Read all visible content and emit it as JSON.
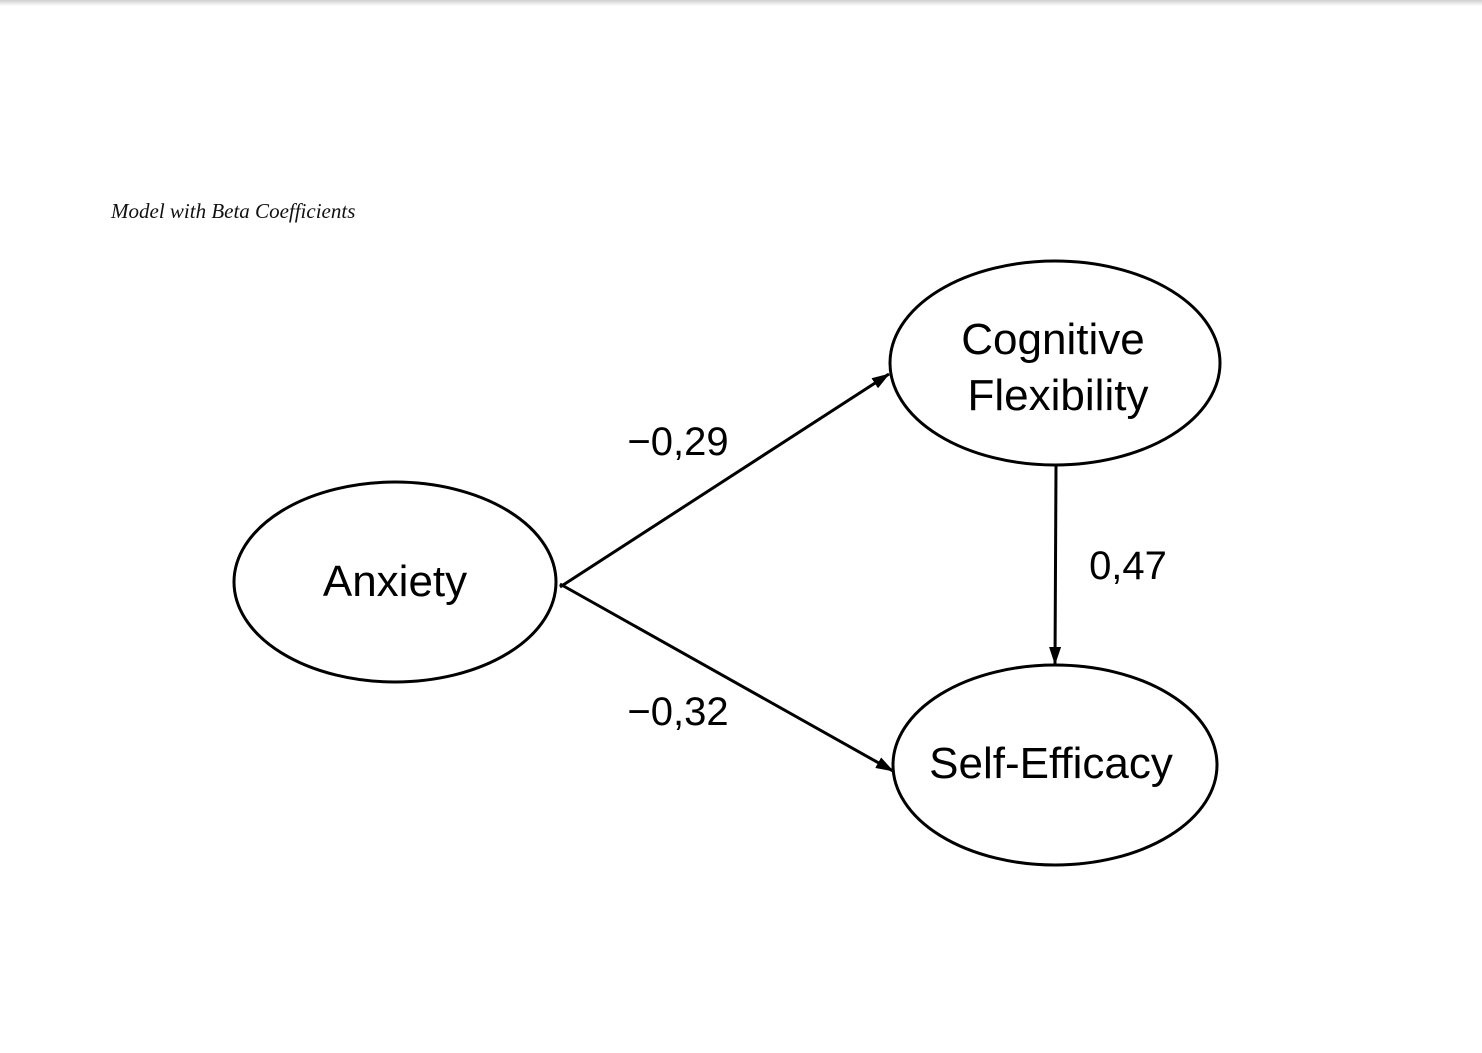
{
  "caption": "Model with Beta Coefficients",
  "nodes": {
    "anxiety": {
      "label": "Anxiety"
    },
    "cognitive_flexibility": {
      "label_lines": [
        "Cognitive",
        "Flexibility"
      ]
    },
    "self_efficacy": {
      "label": "Self-Efficacy"
    }
  },
  "paths": {
    "anxiety_to_cognitive_flexibility": {
      "from": "Anxiety",
      "to": "Cognitive Flexibility",
      "coefficient": "−0,29"
    },
    "anxiety_to_self_efficacy": {
      "from": "Anxiety",
      "to": "Self-Efficacy",
      "coefficient": "−0,32"
    },
    "cognitive_flexibility_to_self_efficacy": {
      "from": "Cognitive Flexibility",
      "to": "Self-Efficacy",
      "coefficient": "0,47"
    }
  },
  "colors": {
    "stroke": "#000000",
    "background": "#ffffff"
  }
}
